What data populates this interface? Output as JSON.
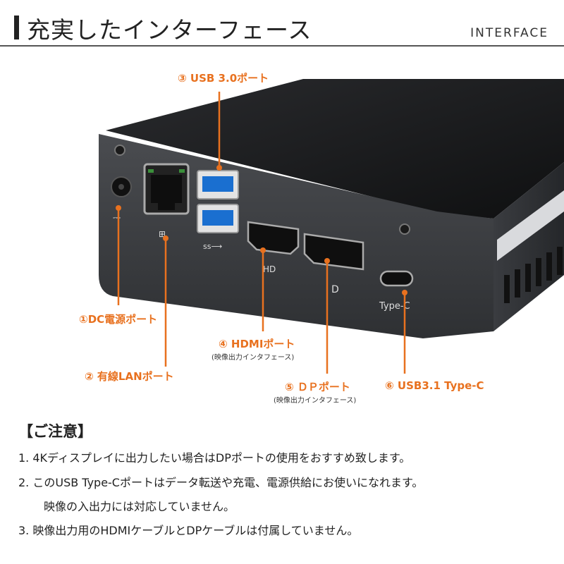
{
  "header": {
    "title": "充実したインターフェース",
    "subtitle": "INTERFACE"
  },
  "callouts": {
    "usb30": "③ USB 3.0ポート",
    "dc": "①DC電源ポート",
    "lan": "② 有線LANポート",
    "hdmi": "④ HDMIポート",
    "hdmi_sub": "(映像出力インタフェース)",
    "dp": "⑤ ＤＰポート",
    "dp_sub": "(映像出力インタフェース)",
    "usbc": "⑥ USB3.1 Type-C"
  },
  "port_labels": {
    "hd": "HD",
    "dp": "D",
    "typec": "Type-C"
  },
  "colors": {
    "accent": "#e8711f",
    "device_body": "#3b3d40",
    "device_top": "#1e1f21"
  },
  "notes": {
    "title": "【ご注意】",
    "items": [
      "1. 4Kディスプレイに出力したい場合はDPポートの使用をおすすめ致します。",
      "2. このUSB Type-Cポートはデータ転送や充電、電源供給にお使いになれます。",
      "映像の入出力には対応していません。",
      "3. 映像出力用のHDMIケーブルとDPケーブルは付属していません。"
    ]
  }
}
